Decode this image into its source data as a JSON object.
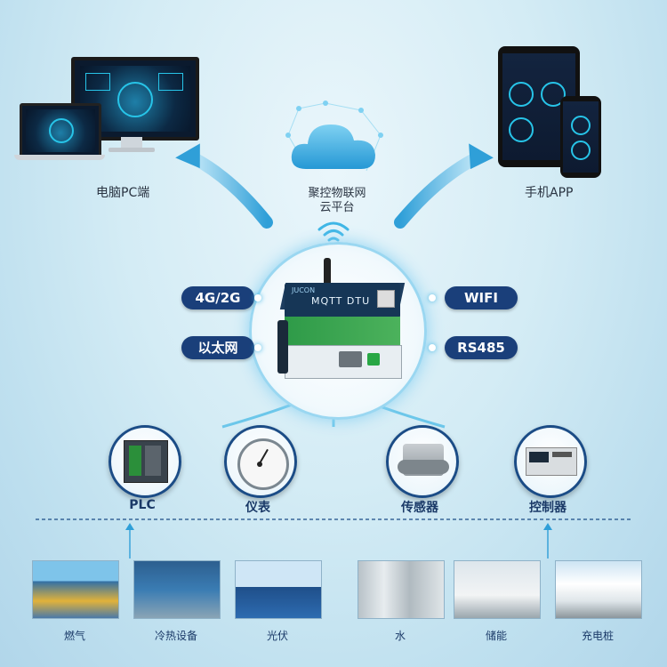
{
  "top": {
    "pc_label": "电脑PC端",
    "app_label": "手机APP",
    "cloud_title_line1": "聚控物联网",
    "cloud_title_line2": "云平台"
  },
  "device": {
    "model_text": "MQTT DTU",
    "brand_text": "JUCON"
  },
  "connectivity": {
    "left": [
      "4G/2G",
      "以太网"
    ],
    "right": [
      "WIFI",
      "RS485"
    ]
  },
  "categories": [
    "PLC",
    "仪表",
    "传感器",
    "控制器"
  ],
  "industries": [
    "燃气",
    "冷热设备",
    "光伏",
    "水",
    "储能",
    "充电桩"
  ],
  "colors": {
    "pill": "#1a3f7a",
    "accent": "#3fb6e6",
    "circle_border": "#1b4c86",
    "device_green": "#2e9a48"
  }
}
